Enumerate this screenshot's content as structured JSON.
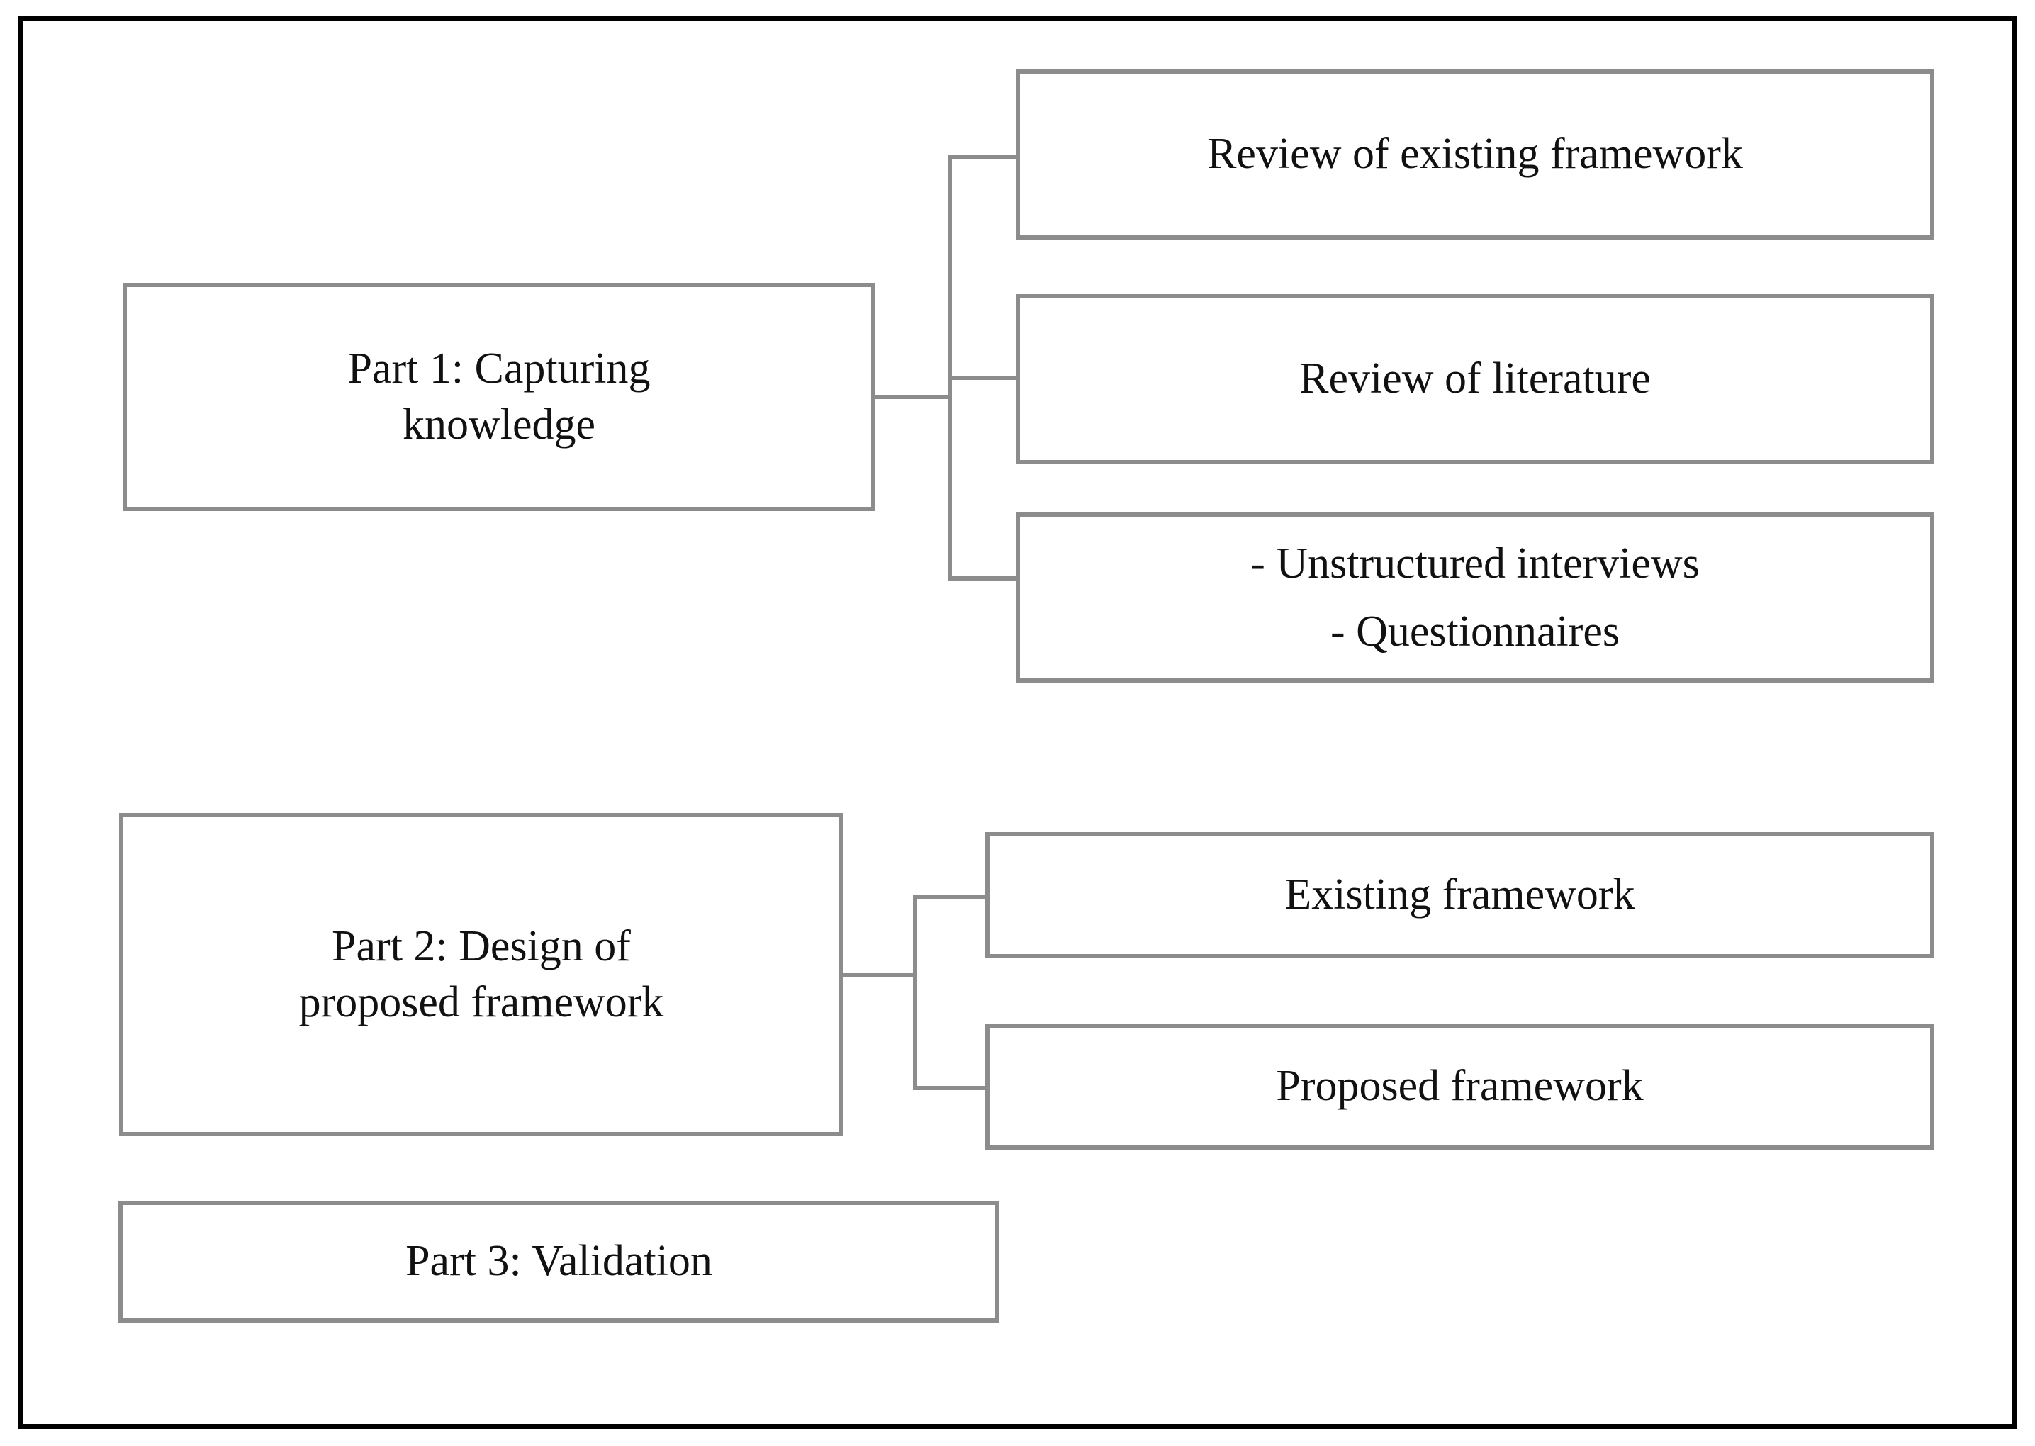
{
  "figure": {
    "type": "hierarchy-diagram",
    "orientation": "left-to-right",
    "border_color": "#000000",
    "node_border_color": "#8c8c8c",
    "background_color": "#ffffff",
    "text_color": "#111111"
  },
  "parts": [
    {
      "id": "part1",
      "label": "Part 1: Capturing\nknowledge",
      "label_line1": "Part 1: Capturing",
      "label_line2": "knowledge",
      "children": [
        {
          "id": "p1c1",
          "label": "Review of existing framework"
        },
        {
          "id": "p1c2",
          "label": "Review of literature"
        },
        {
          "id": "p1c3",
          "label_line1": "- Unstructured interviews",
          "label_line2": "- Questionnaires"
        }
      ]
    },
    {
      "id": "part2",
      "label": "Part 2: Design of\nproposed framework",
      "label_line1": "Part 2: Design of",
      "label_line2": "proposed framework",
      "children": [
        {
          "id": "p2c1",
          "label": "Existing framework"
        },
        {
          "id": "p2c2",
          "label": "Proposed framework"
        }
      ]
    },
    {
      "id": "part3",
      "label": "Part 3: Validation",
      "children": []
    }
  ]
}
